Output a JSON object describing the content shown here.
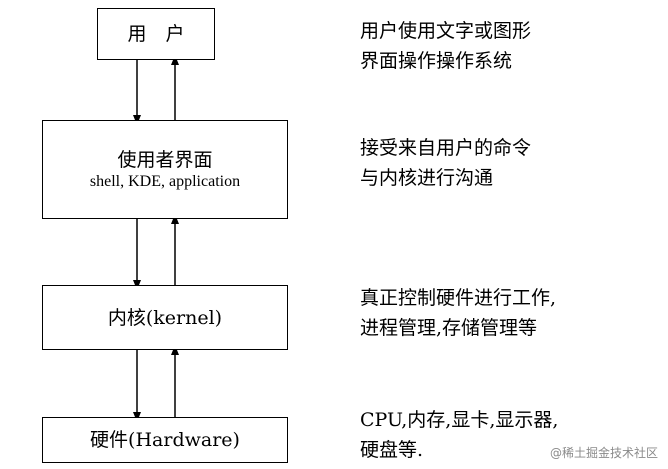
{
  "layers": [
    {
      "id": "user",
      "title": "用　户",
      "subtitle": ""
    },
    {
      "id": "ui",
      "title": "使用者界面",
      "subtitle": "shell, KDE, application"
    },
    {
      "id": "kernel",
      "title": "内核(kernel)",
      "subtitle": ""
    },
    {
      "id": "hardware",
      "title": "硬件(Hardware)",
      "subtitle": ""
    }
  ],
  "descriptions": [
    {
      "line1": "用户使用文字或图形",
      "line2": "界面操作操作系统"
    },
    {
      "line1": "接受来自用户的命令",
      "line2": "与内核进行沟通"
    },
    {
      "line1": "真正控制硬件进行工作,",
      "line2": "进程管理,存储管理等"
    },
    {
      "line1": "CPU,内存,显卡,显示器,",
      "line2": "硬盘等."
    }
  ],
  "watermark": "@稀土掘金技术社区"
}
